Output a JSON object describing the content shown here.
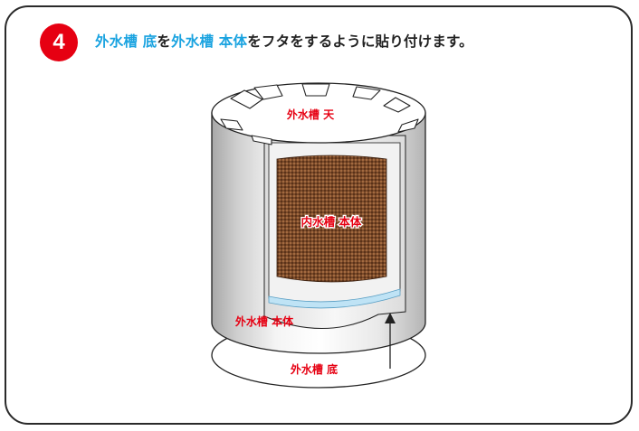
{
  "step": {
    "number": "4",
    "instruction_part1": "外水槽 底",
    "instruction_part2": "を",
    "instruction_part3": "外水槽 本体",
    "instruction_part4": "をフタをするように貼り付けます。"
  },
  "labels": {
    "top_lid": "外水槽 天",
    "inner_body": "内水槽 本体",
    "outer_body": "外水槽 本体",
    "bottom": "外水槽 底"
  },
  "colors": {
    "step_badge": "#e60012",
    "highlight_text": "#1aa3e0",
    "label_red": "#e60012",
    "inner_mesh": "#7a4a2a",
    "water_line": "#bfe3f5"
  }
}
